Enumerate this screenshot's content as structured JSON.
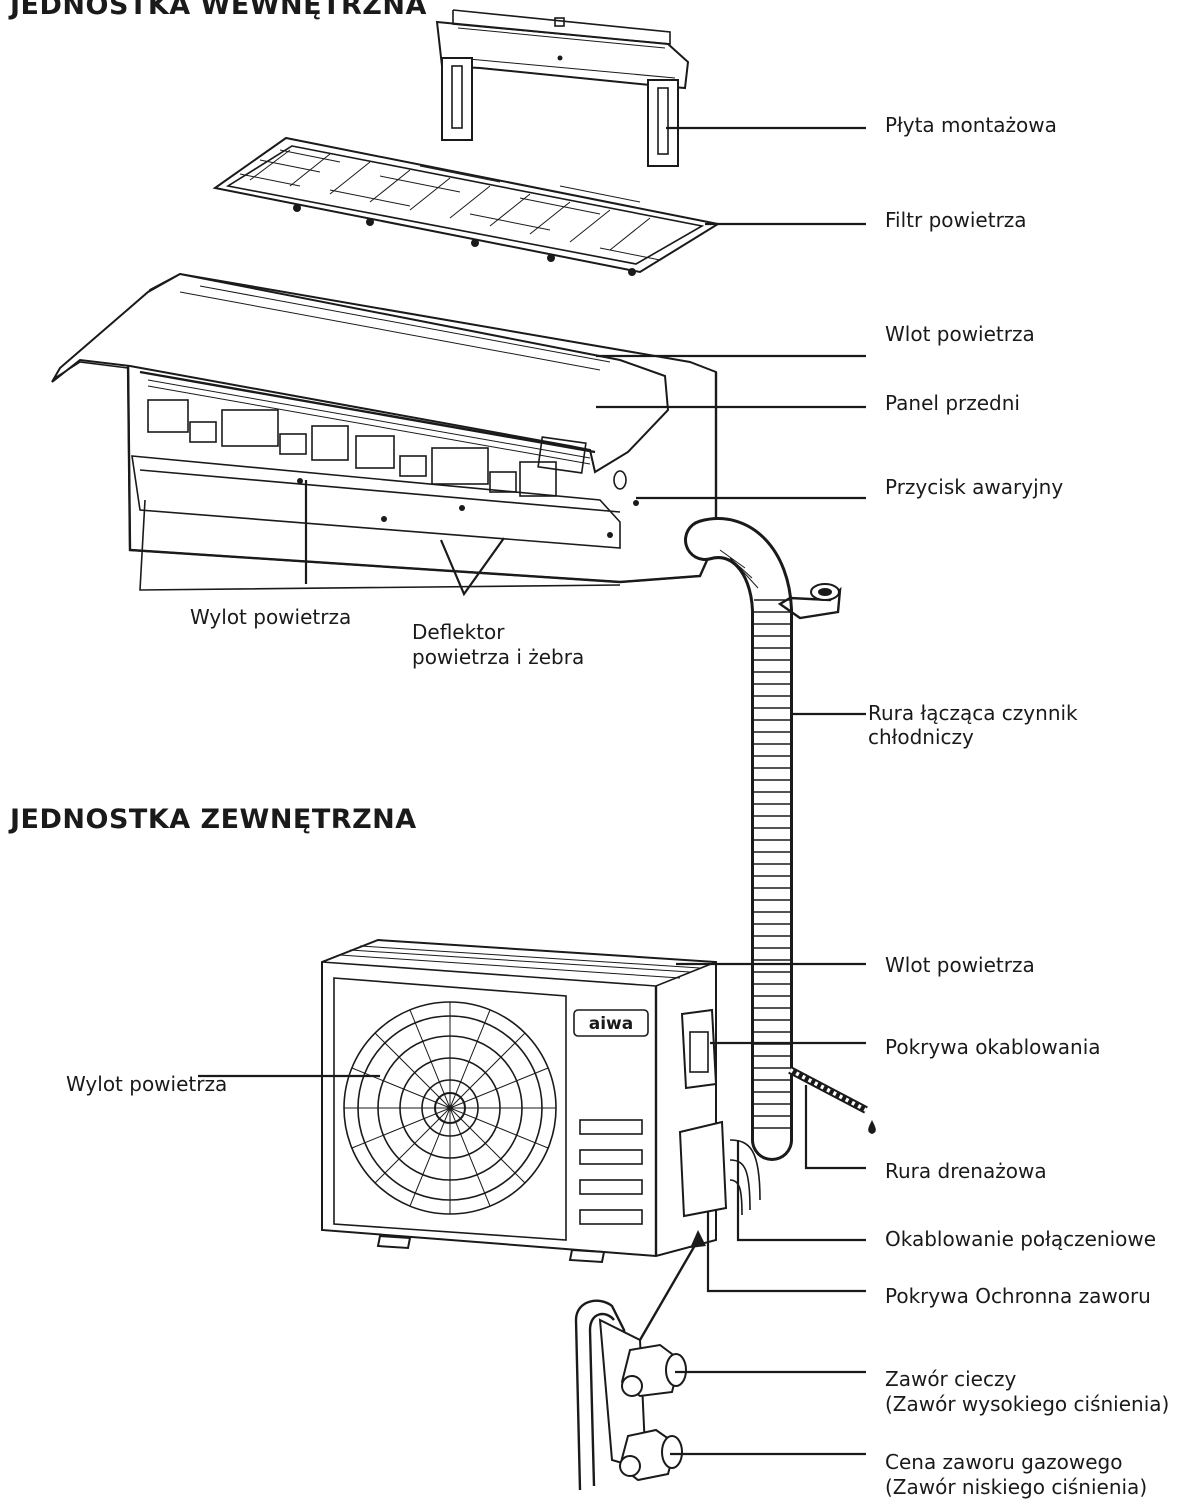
{
  "headings": {
    "indoor": "JEDNOSTKA WEWNĘTRZNA",
    "outdoor": "JEDNOSTKA ZEWNĘTRZNA"
  },
  "labels": {
    "mounting_plate": "Płyta montażowa",
    "air_filter": "Filtr powietrza",
    "air_inlet_indoor": "Wlot powietrza",
    "front_panel": "Panel przedni",
    "emergency_button": "Przycisk awaryjny",
    "air_outlet_indoor": "Wylot powietrza",
    "deflector_line1": "Deflektor",
    "deflector_line2": "powietrza i żebra",
    "refrigerant_pipe_line1": "Rura łącząca czynnik",
    "refrigerant_pipe_line2": "chłodniczy",
    "air_inlet_outdoor": "Wlot powietrza",
    "wiring_cover": "Pokrywa okablowania",
    "air_outlet_outdoor": "Wylot powietrza",
    "drain_pipe": "Rura drenażowa",
    "connection_wiring": "Okablowanie połączeniowe",
    "valve_cover": "Pokrywa Ochronna zaworu",
    "liquid_valve_line1": "Zawór cieczy",
    "liquid_valve_line2": "(Zawór wysokiego ciśnienia)",
    "gas_valve_line1": "Cena zaworu gazowego",
    "gas_valve_line2": "(Zawór niskiego ciśnienia)"
  },
  "brand_logo": "aiwa",
  "colors": {
    "ink": "#1a1a1a",
    "background": "#ffffff"
  }
}
